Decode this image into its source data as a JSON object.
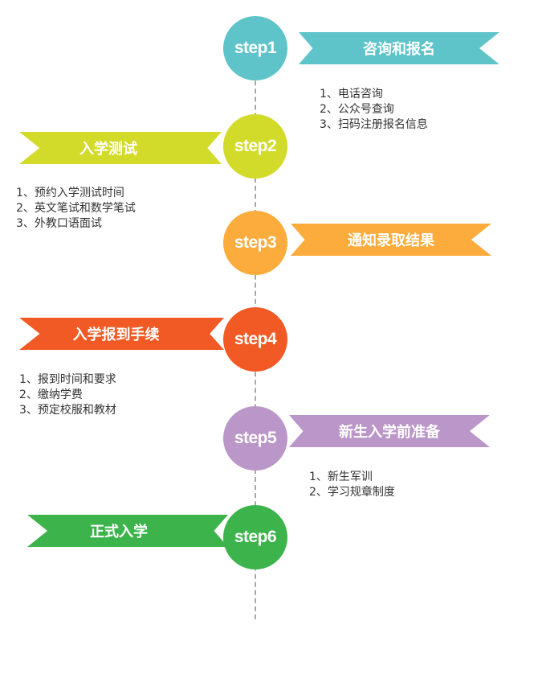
{
  "colors": {
    "teal": "#5ec4c9",
    "lime": "#d3db2a",
    "orange": "#fbac3c",
    "red_orange": "#f15a24",
    "purple": "#bb96c8",
    "green": "#3cb44b",
    "axis": "#a8a8a8"
  },
  "steps": [
    {
      "label": "step1",
      "title": "咨询和报名",
      "items": [
        "1、电话咨询",
        "2、公众号查询",
        "3、扫码注册报名信息"
      ]
    },
    {
      "label": "step2",
      "title": "入学测试",
      "items": [
        "1、预约入学测试时间",
        "2、英文笔试和数学笔试",
        "3、外教口语面试"
      ]
    },
    {
      "label": "step3",
      "title": "通知录取结果",
      "items": []
    },
    {
      "label": "step4",
      "title": "入学报到手续",
      "items": [
        "1、报到时间和要求",
        "2、缴纳学费",
        "3、预定校服和教材"
      ]
    },
    {
      "label": "step5",
      "title": "新生入学前准备",
      "items": [
        "1、新生军训",
        "2、学习规章制度"
      ]
    },
    {
      "label": "step6",
      "title": "正式入学",
      "items": []
    }
  ]
}
